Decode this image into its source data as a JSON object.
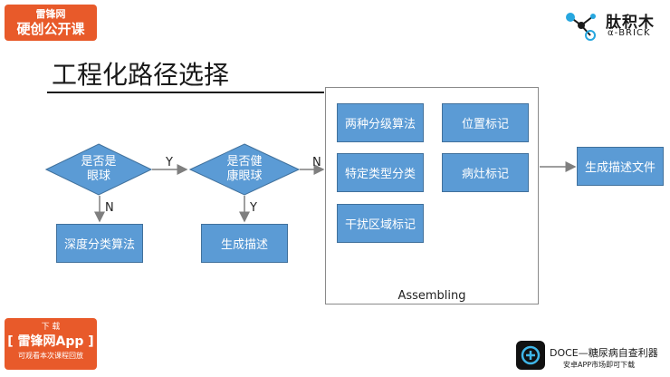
{
  "header": {
    "badge_line1": "雷锋网",
    "badge_line2": "硬创公开课",
    "logo_cn": "肽积木",
    "logo_en": "α-BRICK",
    "logo_icon": "molecule-icon"
  },
  "slide": {
    "title": "工程化路径选择"
  },
  "flow": {
    "decision1": "是否是眼球",
    "decision2": "是否健康眼球",
    "yes_label_1": "Y",
    "no_label_1": "N",
    "yes_label_2": "Y",
    "no_label_2": "N",
    "process_left": "深度分类算法",
    "process_mid": "生成描述",
    "assembling": {
      "label": "Assembling",
      "items": [
        "两种分级算法",
        "位置标记",
        "特定类型分类",
        "病灶标记",
        "干扰区域标记"
      ]
    },
    "output": "生成描述文件"
  },
  "footer": {
    "download_line1": "下 载",
    "download_line2": "[ 雷锋网App ]",
    "download_line3": "可观看本次课程回放",
    "app_name": "DOCE—糖尿病自查利器",
    "app_sub": "安卓APP市场即可下载",
    "app_icon": "doce-app-icon"
  },
  "colors": {
    "node_fill": "#5b9bd5",
    "node_border": "#41719c",
    "badge": "#e85a2a",
    "logo_accent": "#27a7df"
  }
}
